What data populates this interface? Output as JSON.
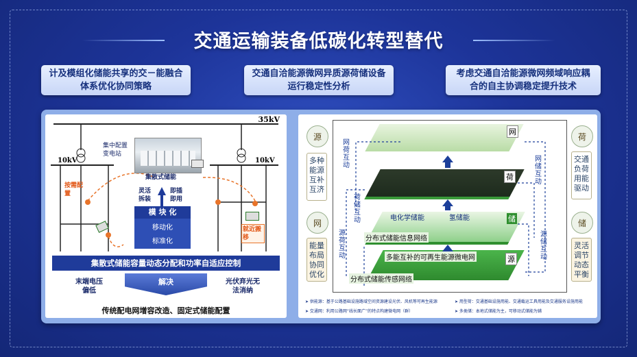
{
  "title": "交通运输装备低碳化转型替代",
  "pills": [
    "计及模组化储能共享的交－能融合体系优化协同策略",
    "交通自洽能源微网异质源荷储设备运行稳定性分析",
    "考虑交通自洽能源微网频域响应耦合的自主协调稳定提升技术"
  ],
  "left": {
    "kv35": "35kV",
    "kv10_left": "10kV",
    "kv10_right": "10kV",
    "central_station": "集中配置变电站",
    "central_storage": "集散式储能",
    "on_demand": "按需配置",
    "flexible": "灵活拆装",
    "plug": "即插即用",
    "nearby": "就近搬移",
    "module_title": "模 块 化",
    "mobile": "移动化",
    "standard": "标准化",
    "control_bar": "集散式储能容量动态分配和功率自适应控制",
    "low_voltage": "末端电压偏低",
    "solve": "解决",
    "curtail": "光伏弃光无法消纳",
    "bottom": "传统配电网增容改造、固定式储能配置"
  },
  "right": {
    "src_circle": "源",
    "src_box": "多种能源互补互济",
    "net_circle": "网",
    "net_box": "能量布局协同优化",
    "load_circle": "荷",
    "load_box": "交通负荷用能驱动",
    "store_circle": "储",
    "store_box": "灵活调节动态平衡",
    "layer_net": "网",
    "layer_load": "荷",
    "layer_store": "储",
    "layer_src": "源",
    "net_load": "网荷互动",
    "net_store": "网储互动",
    "load_store": "荷储互动",
    "src_store": "源储互动",
    "src_load": "源荷互动",
    "electro": "电化学储能",
    "hydrogen": "氢储能",
    "info_net": "分布式储能信息网络",
    "micro_net": "多能互补的可再生能源微电网",
    "sense_net": "分布式储能传感网络",
    "notes": [
      "➤ 供能源：基于公路基础设施路域空间资源建设光伏、风机等可再生能源",
      "➤ 用型荷：交通基础设施用能、交通载运工具用能及交通服务设施用能",
      "➤ 交通网：利用公路网“线长面广”的特点构建微电网（群）",
      "➤ 多类储：本地式储能为主，可移动式储能为辅"
    ]
  },
  "colors": {
    "accent": "#1f3b9a",
    "orange": "#e8742a",
    "green": "#3a9a3a"
  }
}
